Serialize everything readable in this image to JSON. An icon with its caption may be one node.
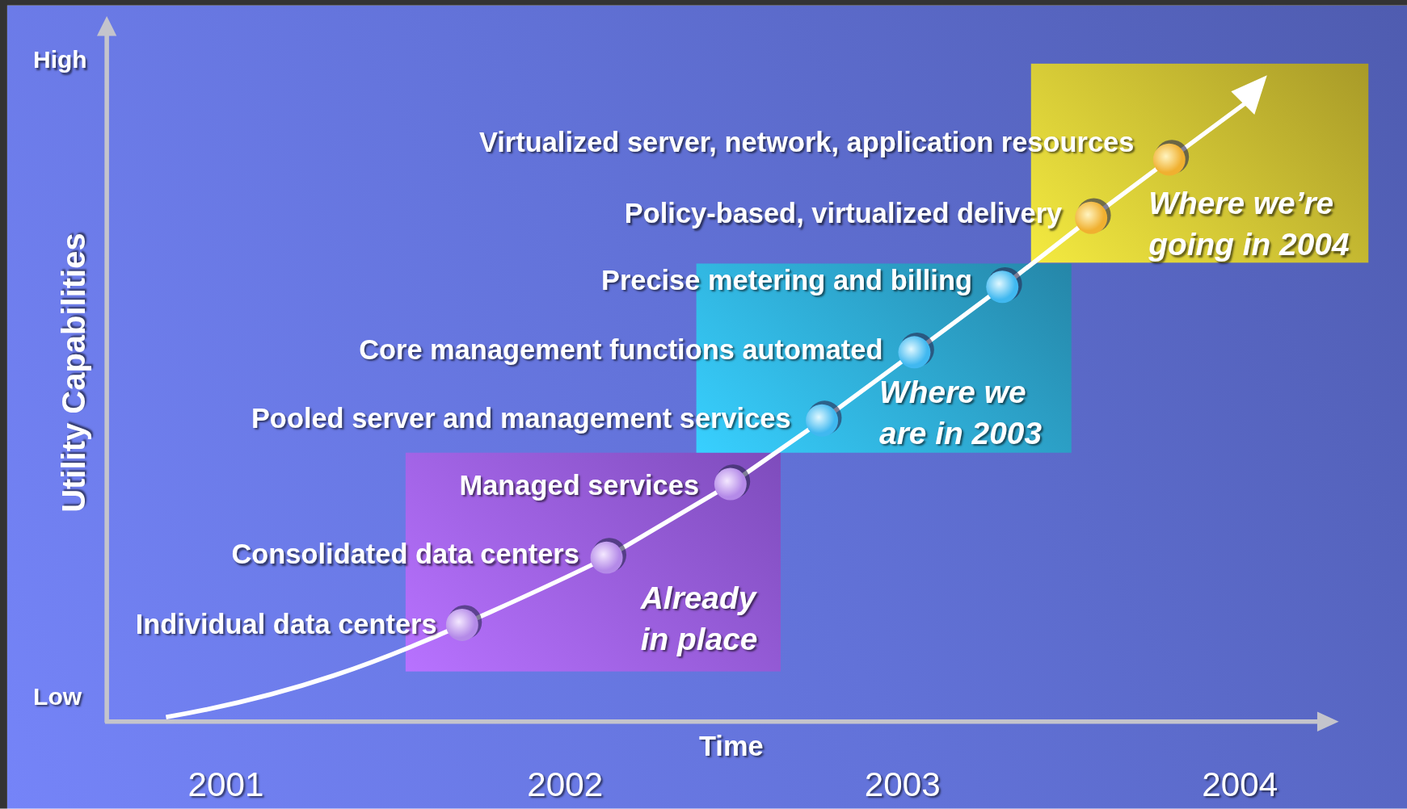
{
  "diagram": {
    "nodes": [
      {
        "text": [
          "Already in place"
        ]
      },
      {
        "text": [
          "Where we are in 2003"
        ]
      },
      {
        "text": [
          "Where we’re going in 2004"
        ]
      }
    ],
    "labels": [
      "High",
      "Utility Capabilities",
      "Virtualized  server, network, application resources",
      "Policy-based, virtualized delivery",
      "Precise metering and billing",
      "Core management functions automated",
      "Pooled server and management services",
      "Managed services",
      "Consolidated data centers",
      "Individual data centers",
      "Low",
      "Time",
      "2001",
      "2002",
      "2003",
      "2004"
    ]
  }
}
